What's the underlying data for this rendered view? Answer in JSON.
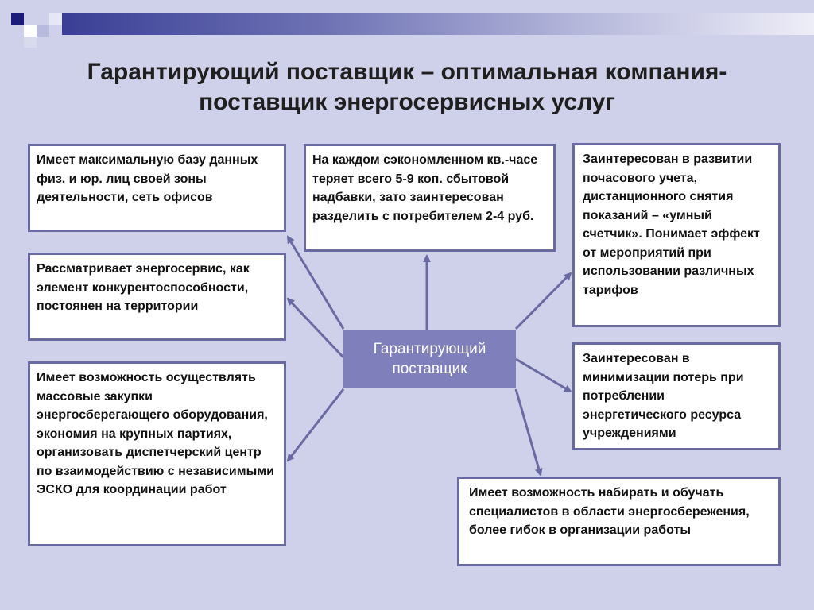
{
  "slide": {
    "title_line1": "Гарантирующий поставщик – оптимальная компания-",
    "title_line2": "поставщик энергосервисных услуг",
    "center_node_line1": "Гарантирующий",
    "center_node_line2": "поставщик",
    "boxes": {
      "top_left": "Имеет максимальную базу данных физ. и юр. лиц своей зоны деятельности, сеть офисов",
      "mid_left": "Рассматривает энергосервис, как элемент конкурентоспособности, постоянен на территории",
      "bottom_left": "Имеет возможность осуществлять массовые закупки энергосберегающего оборудования, экономия на крупных партиях, организовать диспетчерский центр по взаимодействию с независимыми ЭСКО для координации работ",
      "top_center": "На каждом сэкономленном кв.-часе теряет всего 5-9 коп. сбытовой надбавки, зато заинтересован разделить с потребителем 2-4 руб.",
      "top_right": "Заинтересован в развитии почасового учета, дистанционного снятия показаний – «умный счетчик». Понимает эффект от мероприятий при использовании различных тарифов",
      "mid_right": "Заинтересован в минимизации потерь при потреблении энергетического ресурса учреждениями",
      "bottom_right": "Имеет возможность набирать и обучать специалистов в области энергосбережения, более гибок в организации работы"
    }
  },
  "colors": {
    "background": "#cfd1ea",
    "border": "#6a6aa3",
    "center_fill": "#7f7fbc",
    "accent_dark": "#2e2f86"
  }
}
